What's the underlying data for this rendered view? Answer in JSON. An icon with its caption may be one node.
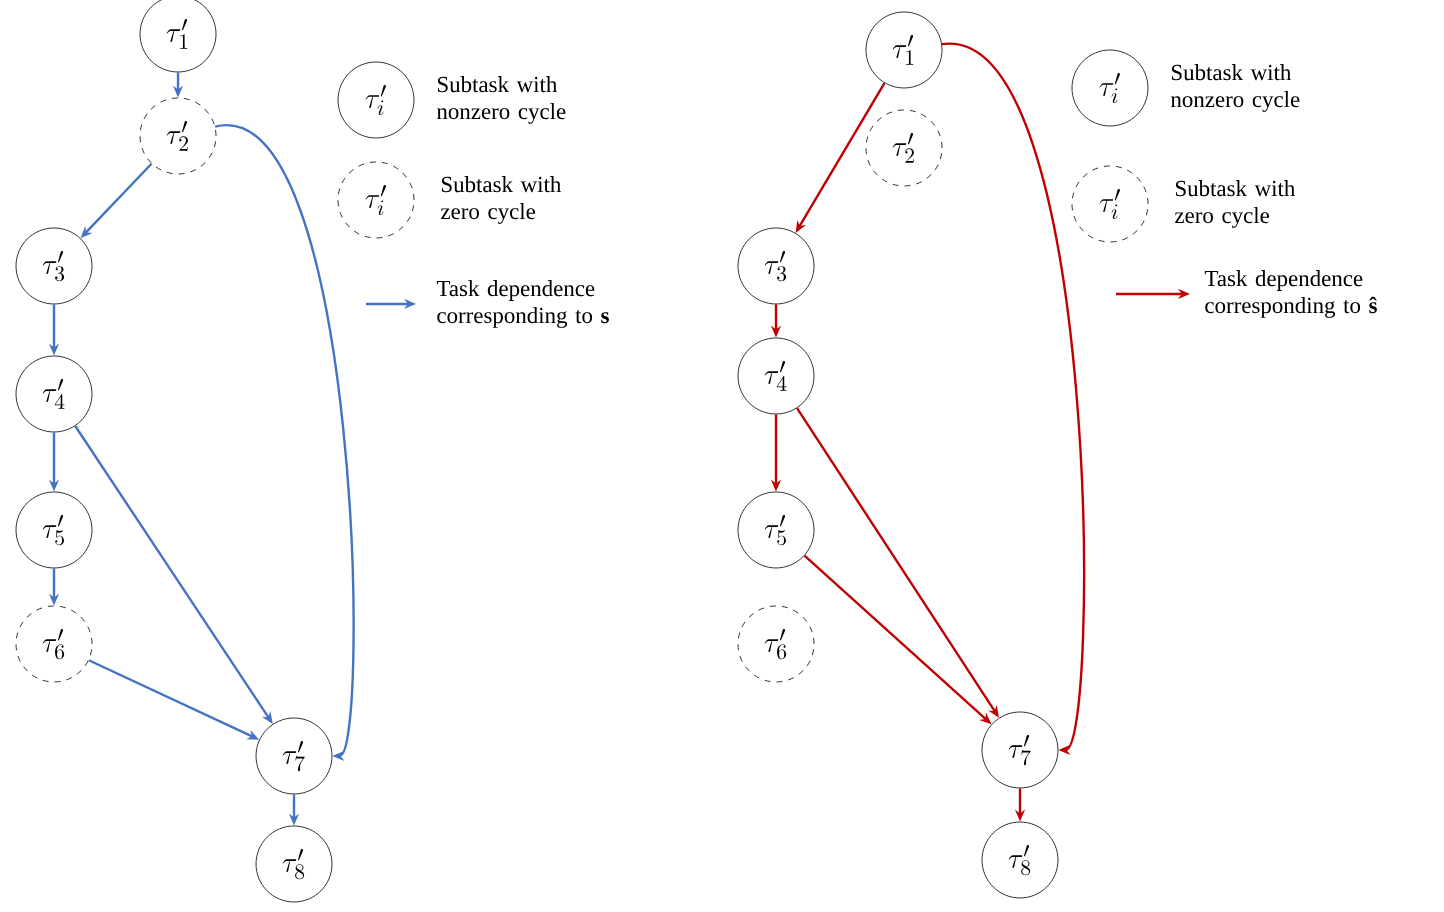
{
  "diagram": {
    "nodes": [
      {
        "text": [
          "\\tau'_1"
        ]
      },
      {
        "text": [
          "\\tau'_2"
        ]
      },
      {
        "text": [
          "\\tau'_3"
        ]
      },
      {
        "text": [
          "\\tau'_4"
        ]
      },
      {
        "text": [
          "\\tau'_5"
        ]
      },
      {
        "text": [
          "\\tau'_6"
        ]
      },
      {
        "text": [
          "\\tau'_7"
        ]
      },
      {
        "text": [
          "\\tau'_8"
        ]
      },
      {
        "text": [
          "\\tau'_i"
        ],
        "beside": [
          "Subtask with nonzero cycle"
        ]
      },
      {
        "text": [
          "\\tau'_i"
        ],
        "beside": [
          "Subtask with zero cycle"
        ]
      },
      {
        "text": [
          "\\tau'_1"
        ]
      },
      {
        "text": [
          "\\tau'_2"
        ]
      },
      {
        "text": [
          "\\tau'_3"
        ]
      },
      {
        "text": [
          "\\tau'_4"
        ]
      },
      {
        "text": [
          "\\tau'_5"
        ]
      },
      {
        "text": [
          "\\tau'_6"
        ]
      },
      {
        "text": [
          "\\tau'_7"
        ]
      },
      {
        "text": [
          "\\tau'_8"
        ]
      },
      {
        "text": [
          "\\tau'_i"
        ],
        "beside": [
          "Subtask with nonzero cycle"
        ]
      },
      {
        "text": [
          "\\tau'_i"
        ],
        "beside": [
          "Subtask with zero cycle"
        ]
      }
    ],
    "edges": [
      {
        "from": 0,
        "to": 1,
        "arrow": "to",
        "color": "#4472c4"
      },
      {
        "from": 1,
        "to": 2,
        "arrow": "to",
        "color": "#4472c4"
      },
      {
        "from": 2,
        "to": 3,
        "arrow": "to",
        "color": "#4472c4"
      },
      {
        "from": 3,
        "to": 4,
        "arrow": "to",
        "color": "#4472c4"
      },
      {
        "from": 4,
        "to": 5,
        "arrow": "to",
        "color": "#4472c4"
      },
      {
        "from": 5,
        "to": 6,
        "arrow": "to",
        "color": "#4472c4"
      },
      {
        "from": 3,
        "to": 6,
        "arrow": "to",
        "color": "#4472c4"
      },
      {
        "from": 1,
        "to": 6,
        "arrow": "to",
        "color": "#4472c4"
      },
      {
        "from": 6,
        "to": 7,
        "arrow": "to",
        "color": "#4472c4"
      },
      {
        "from": 10,
        "to": 12,
        "arrow": "to",
        "color": "#c00000"
      },
      {
        "from": 10,
        "to": 16,
        "arrow": "to",
        "color": "#c00000"
      },
      {
        "from": 12,
        "to": 13,
        "arrow": "to",
        "color": "#c00000"
      },
      {
        "from": 13,
        "to": 14,
        "arrow": "to",
        "color": "#c00000"
      },
      {
        "from": 13,
        "to": 16,
        "arrow": "to",
        "color": "#c00000"
      },
      {
        "from": 14,
        "to": 16,
        "arrow": "to",
        "color": "#c00000"
      },
      {
        "from": 16,
        "to": 17,
        "arrow": "to",
        "color": "#c00000"
      }
    ],
    "legend": [
      {
        "text": "Task dependence corresponding to **s**"
      },
      {
        "text": "Task dependence corresponding to **ŝ**"
      }
    ]
  }
}
